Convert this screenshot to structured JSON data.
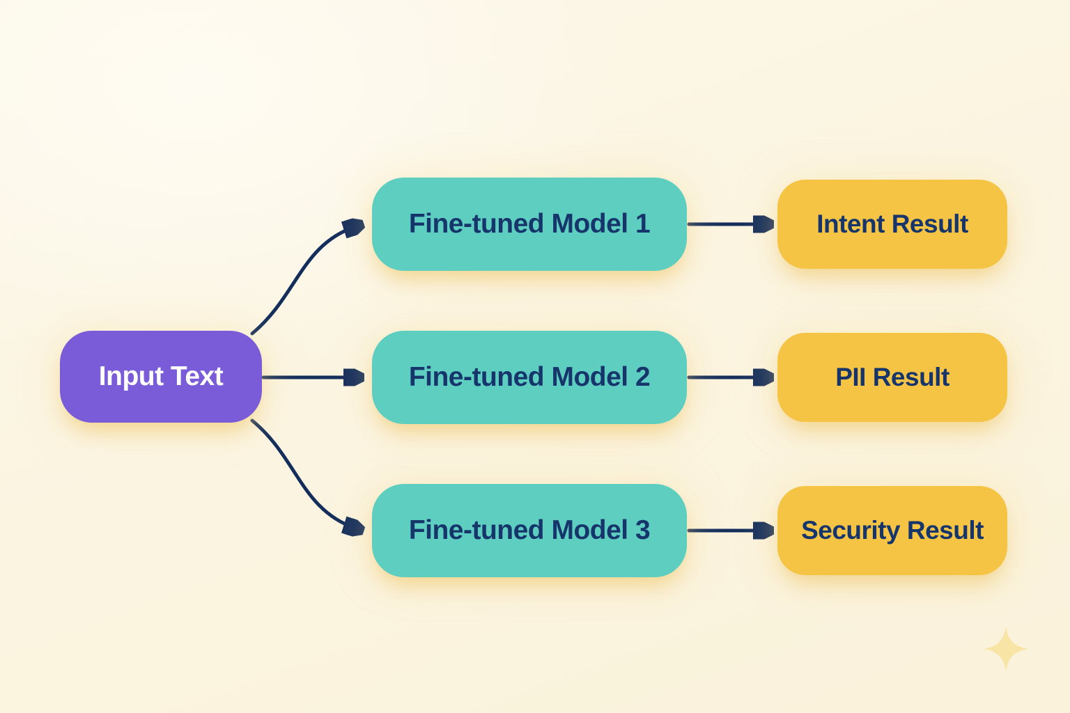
{
  "diagram": {
    "background_color": "#FBF4E0",
    "arrow_color": "#142E5C",
    "node_text_color": "#16356B",
    "input_node": {
      "label": "Input Text",
      "fill": "#7A5BD8",
      "text_color": "#FFFFFF"
    },
    "rows": [
      {
        "model": {
          "label": "Fine-tuned Model 1",
          "fill": "#5ECEC1"
        },
        "result": {
          "label": "Intent Result",
          "fill": "#F6C445"
        }
      },
      {
        "model": {
          "label": "Fine-tuned Model 2",
          "fill": "#5ECEC1"
        },
        "result": {
          "label": "PII Result",
          "fill": "#F6C445"
        }
      },
      {
        "model": {
          "label": "Fine-tuned Model 3",
          "fill": "#5ECEC1"
        },
        "result": {
          "label": "Security Result",
          "fill": "#F6C445"
        }
      }
    ],
    "edges": [
      {
        "from": "Input Text",
        "to": "Fine-tuned Model 1"
      },
      {
        "from": "Input Text",
        "to": "Fine-tuned Model 2"
      },
      {
        "from": "Input Text",
        "to": "Fine-tuned Model 3"
      },
      {
        "from": "Fine-tuned Model 1",
        "to": "Intent Result"
      },
      {
        "from": "Fine-tuned Model 2",
        "to": "PII Result"
      },
      {
        "from": "Fine-tuned Model 3",
        "to": "Security Result"
      }
    ],
    "sparkle_icon": {
      "color": "#F8E5A6"
    }
  }
}
